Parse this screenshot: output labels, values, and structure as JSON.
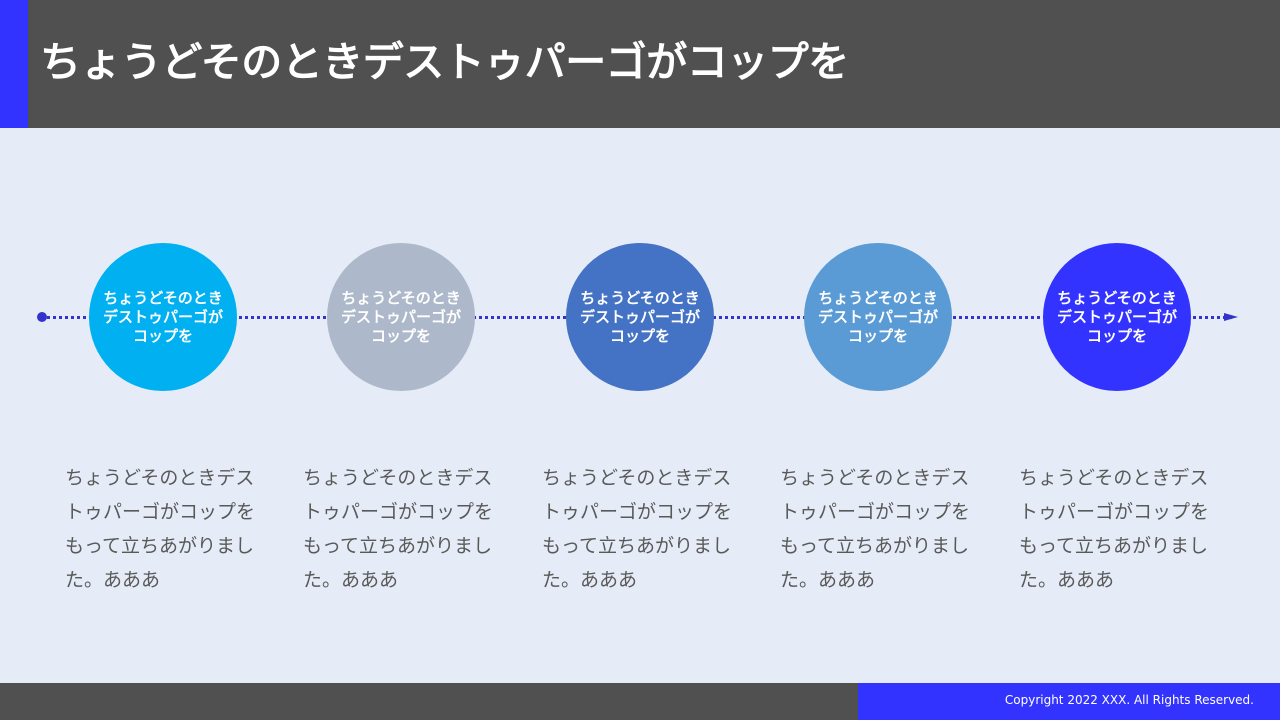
{
  "title": "ちょうどそのときデストゥパーゴがコップを",
  "steps": [
    {
      "label": "ちょうどそのときデストゥパーゴがコップを",
      "description": "ちょうどそのときデストゥパーゴがコップをもって立ちあがりました。あああ",
      "color": "#00b0f0"
    },
    {
      "label": "ちょうどそのときデストゥパーゴがコップを",
      "description": "ちょうどそのときデストゥパーゴがコップをもって立ちあがりました。あああ",
      "color": "#adb9ca"
    },
    {
      "label": "ちょうどそのときデストゥパーゴがコップを",
      "description": "ちょうどそのときデストゥパーゴがコップをもって立ちあがりました。あああ",
      "color": "#4472c4"
    },
    {
      "label": "ちょうどそのときデストゥパーゴがコップを",
      "description": "ちょうどそのときデストゥパーゴがコップをもって立ちあがりました。あああ",
      "color": "#5b9bd5"
    },
    {
      "label": "ちょうどそのときデストゥパーゴがコップを",
      "description": "ちょうどそのときデストゥパーゴがコップをもって立ちあがりました。あああ",
      "color": "#3333ff"
    }
  ],
  "footer": {
    "copyright": "Copyright 2022 XXX. All Rights Reserved."
  },
  "colors": {
    "accent": "#3333ff",
    "header": "#505050",
    "background": "#e6ecf7",
    "timeline": "#3333cc"
  }
}
